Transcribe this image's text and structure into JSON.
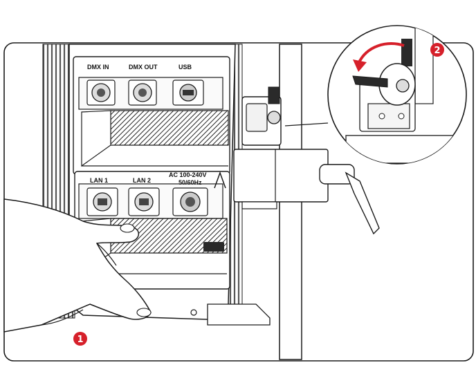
{
  "labels": {
    "dmx_in": "DMX IN",
    "dmx_out": "DMX OUT",
    "usb": "USB",
    "lan1": "LAN 1",
    "lan2": "LAN 2",
    "ac_line1": "AC 100-240V",
    "ac_line2": "50/60Hz"
  },
  "steps": {
    "step1": "1",
    "step2": "2"
  },
  "colors": {
    "step_badge": "#d6202a",
    "rotate_arrow": "#d6202a",
    "line": "#1a1a1a",
    "dark_fill": "#3a3a3a"
  },
  "icons": {
    "arrow": "rotate-arrow-icon"
  }
}
